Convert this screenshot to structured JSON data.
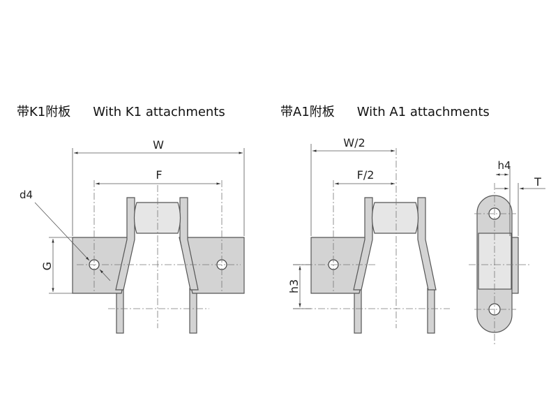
{
  "headings": {
    "k1": {
      "cn": "带K1附板",
      "en": "With K1 attachments"
    },
    "a1": {
      "cn": "带A1附板",
      "en": "With A1 attachments"
    }
  },
  "dimensions": {
    "k1": {
      "W": "W",
      "F": "F",
      "d4": "d4",
      "G": "G"
    },
    "a1": {
      "W_half": "W/2",
      "F_half": "F/2",
      "h3": "h3"
    },
    "side": {
      "h4": "h4",
      "T": "T"
    }
  },
  "colors": {
    "part_fill": "#d3d3d3",
    "outline": "#555555",
    "line": "#555555"
  }
}
